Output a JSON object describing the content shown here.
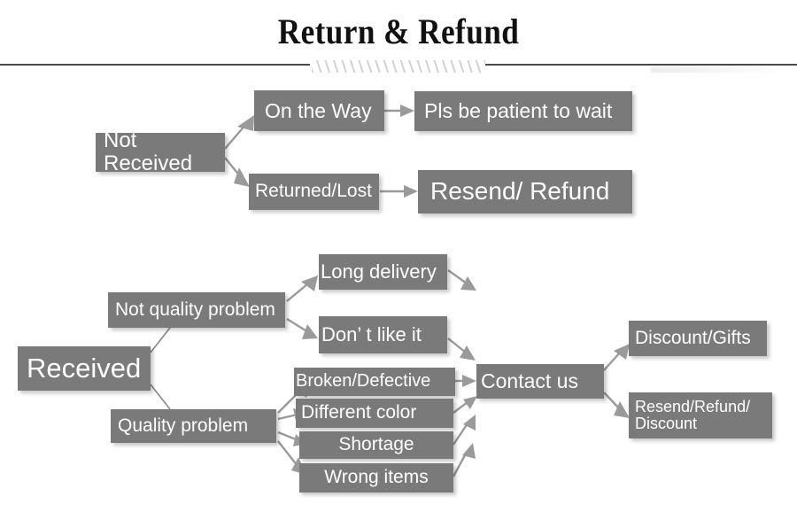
{
  "header": {
    "title": "Return & Refund",
    "divider_icon": "hatched-divider"
  },
  "colors": {
    "node_fill": "#7a7a7a",
    "node_text": "#ffffff",
    "arrow": "#9a9a9a",
    "rule": "#4a4a4a",
    "background": "#ffffff"
  },
  "flows": {
    "not_received": {
      "root": "Not Received",
      "branches": [
        {
          "condition": "On the Way",
          "outcome": "Pls be patient to wait"
        },
        {
          "condition": "Returned/Lost",
          "outcome": "Resend/ Refund"
        }
      ]
    },
    "received": {
      "root": "Received",
      "categories": [
        {
          "name": "Not quality problem",
          "reasons": [
            "Long delivery",
            "Don’  t like it"
          ]
        },
        {
          "name": "Quality problem",
          "reasons": [
            "Broken/Defective",
            "Different color",
            "Shortage",
            "Wrong items"
          ]
        }
      ],
      "action": "Contact us",
      "outcomes": [
        "Discount/Gifts",
        "Resend/Refund/\nDiscount"
      ]
    }
  }
}
